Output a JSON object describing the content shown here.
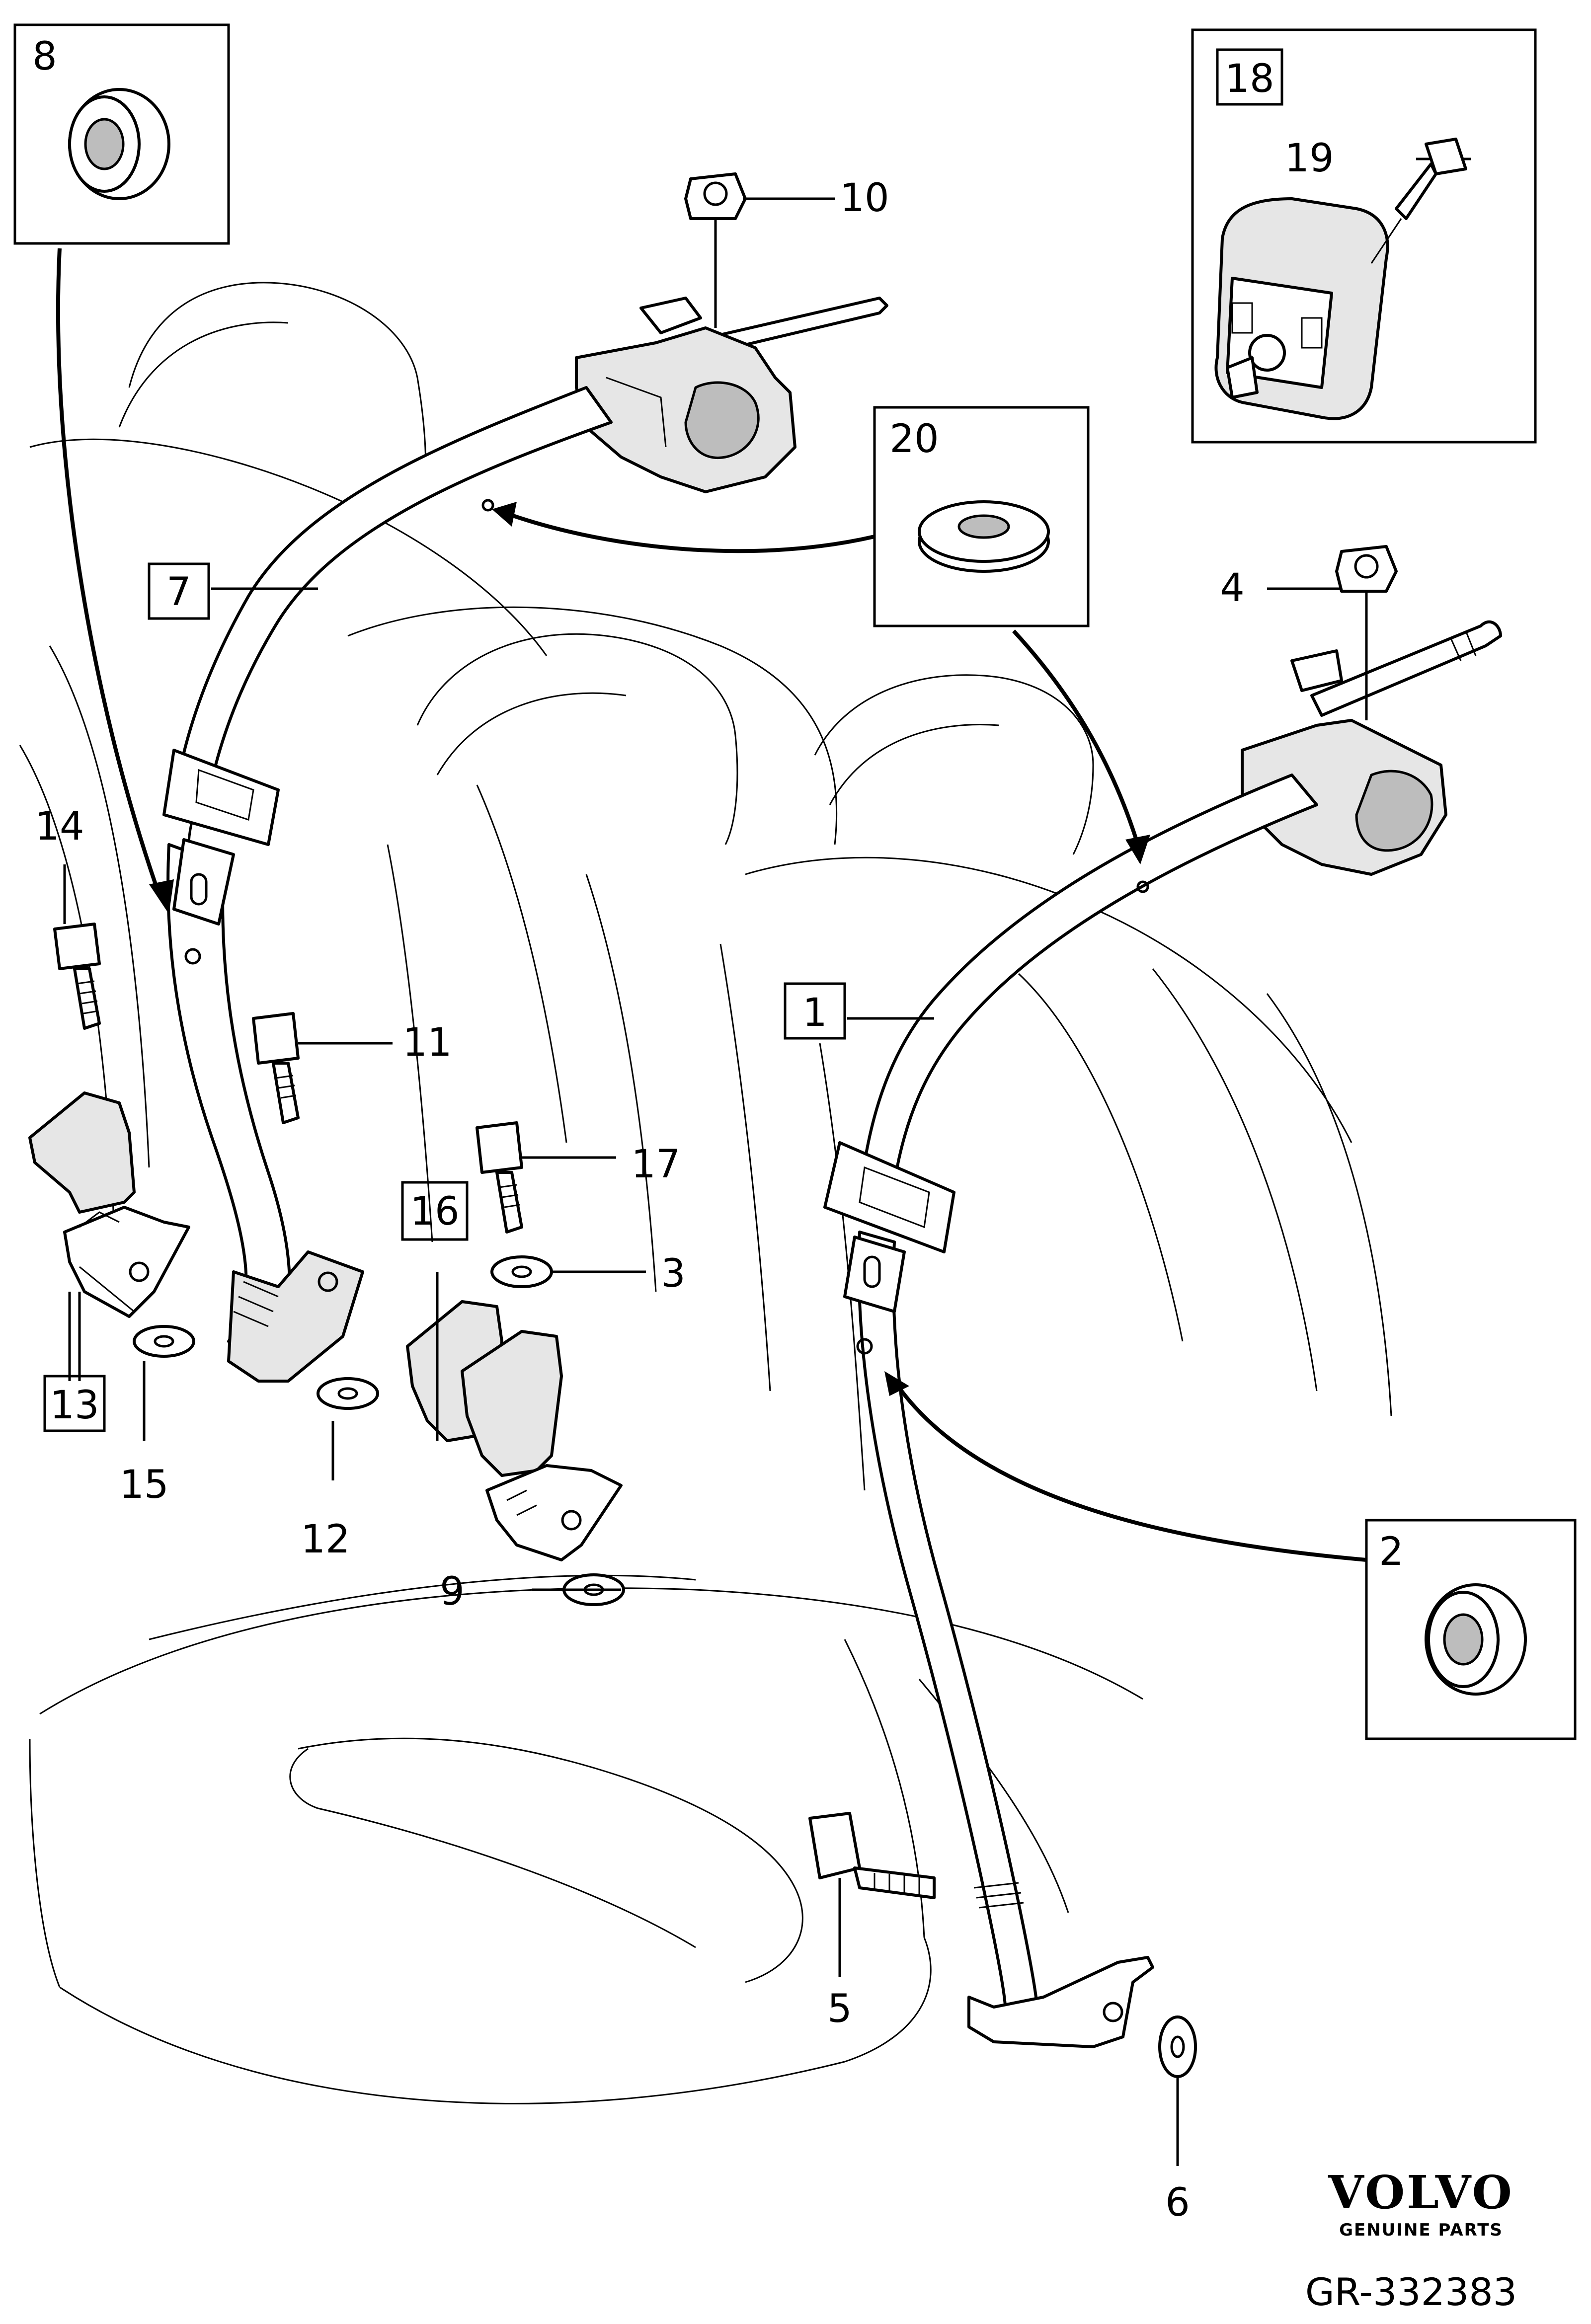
{
  "callouts": [
    {
      "id": "c1",
      "text": "1",
      "boxed": true
    },
    {
      "id": "c2",
      "text": "2",
      "boxed": false
    },
    {
      "id": "c3",
      "text": "3",
      "boxed": false
    },
    {
      "id": "c4",
      "text": "4",
      "boxed": false
    },
    {
      "id": "c5",
      "text": "5",
      "boxed": false
    },
    {
      "id": "c6",
      "text": "6",
      "boxed": false
    },
    {
      "id": "c7",
      "text": "7",
      "boxed": true
    },
    {
      "id": "c8",
      "text": "8",
      "boxed": false
    },
    {
      "id": "c9",
      "text": "9",
      "boxed": false
    },
    {
      "id": "c10",
      "text": "10",
      "boxed": false
    },
    {
      "id": "c11",
      "text": "11",
      "boxed": false
    },
    {
      "id": "c12",
      "text": "12",
      "boxed": false
    },
    {
      "id": "c13",
      "text": "13",
      "boxed": true
    },
    {
      "id": "c14",
      "text": "14",
      "boxed": false
    },
    {
      "id": "c15",
      "text": "15",
      "boxed": false
    },
    {
      "id": "c16",
      "text": "16",
      "boxed": true
    },
    {
      "id": "c17",
      "text": "17",
      "boxed": false
    },
    {
      "id": "c18",
      "text": "18",
      "boxed": true
    },
    {
      "id": "c19",
      "text": "19",
      "boxed": false
    },
    {
      "id": "c20",
      "text": "20",
      "boxed": false
    }
  ],
  "brand": {
    "name": "VOLVO",
    "tagline": "GENUINE PARTS"
  },
  "document_number": "GR-332383"
}
